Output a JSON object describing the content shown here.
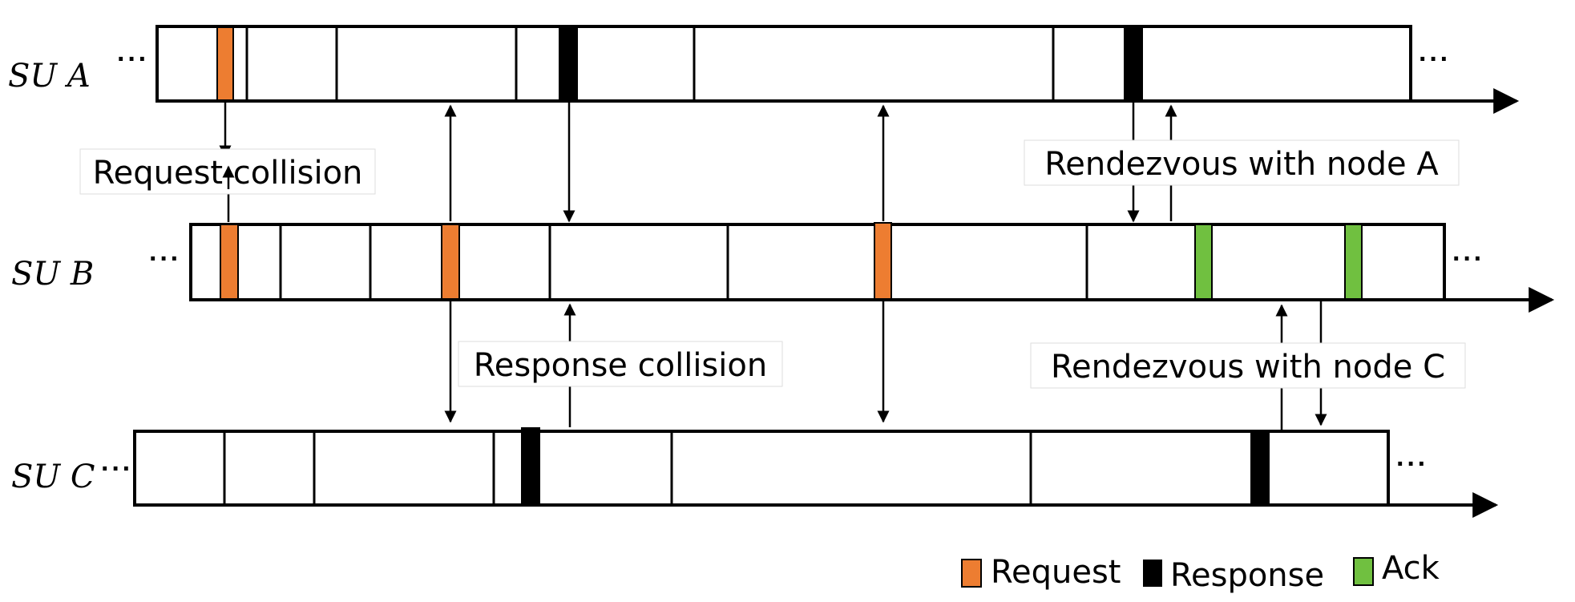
{
  "colors": {
    "request": "#ED7D31",
    "response": "#000000",
    "ack": "#70C040"
  },
  "rows": [
    {
      "id": "A",
      "label": "SU  A",
      "prefix": "···",
      "suffix": "···"
    },
    {
      "id": "B",
      "label": "SU  B",
      "prefix": "···",
      "suffix": "···"
    },
    {
      "id": "C",
      "label": "SU  C",
      "prefix": "···",
      "suffix": "···"
    }
  ],
  "annotations": {
    "request_collision": "Request collision",
    "response_collision": "Response collision",
    "rendezvous_a": "Rendezvous with node A",
    "rendezvous_c": "Rendezvous with node C"
  },
  "legend": {
    "request": "Request",
    "response": "Response",
    "ack": "Ack"
  }
}
